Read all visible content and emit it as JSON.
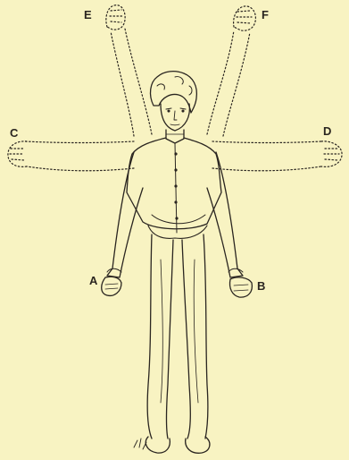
{
  "labels": {
    "A": "A",
    "B": "B",
    "C": "C",
    "D": "D",
    "E": "E",
    "F": "F"
  },
  "colors": {
    "paper": "#f8f3c2",
    "ink": "#2a2520"
  }
}
